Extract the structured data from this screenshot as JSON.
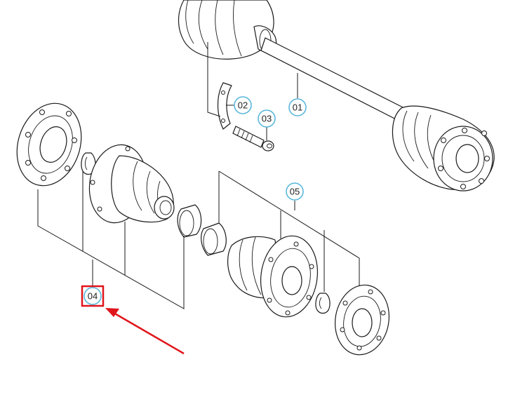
{
  "callouts": [
    {
      "id": "01",
      "label": "01"
    },
    {
      "id": "02",
      "label": "02"
    },
    {
      "id": "03",
      "label": "03"
    },
    {
      "id": "04",
      "label": "04"
    },
    {
      "id": "05",
      "label": "05"
    }
  ],
  "highlight": {
    "target": "04",
    "color": "#e0151b"
  },
  "callout_color": "#5bb8dc"
}
